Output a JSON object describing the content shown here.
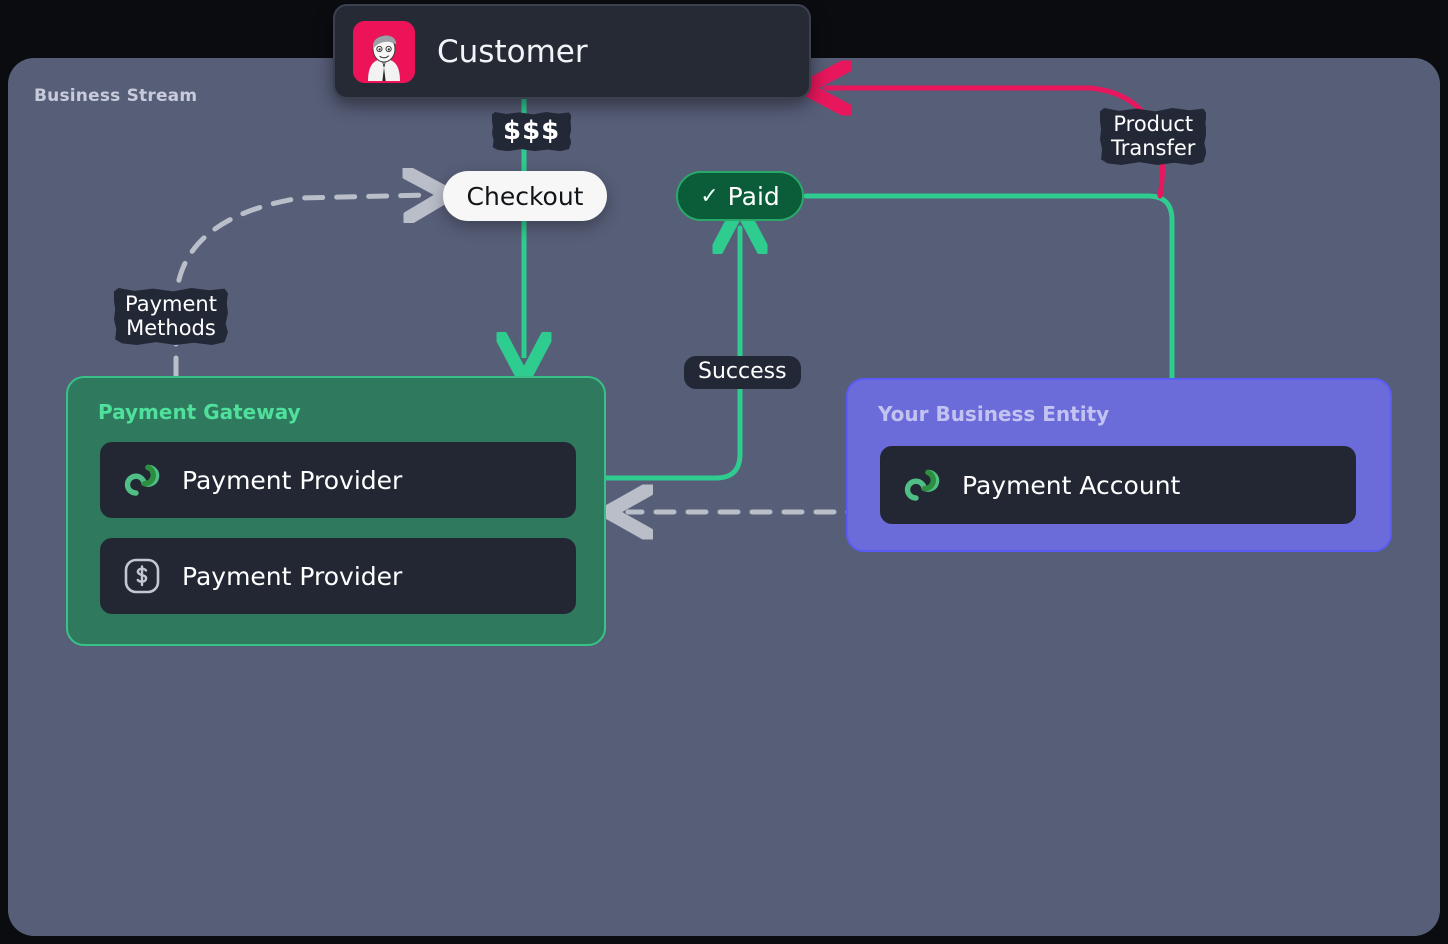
{
  "canvas": {
    "background": "#0a0c10"
  },
  "panel": {
    "title": "Business Stream",
    "background": "#575e78"
  },
  "nodes": {
    "customer": {
      "label": "Customer",
      "avatar_icon": "customer-avatar-icon",
      "avatar_color": "#ed1358",
      "background": "#252a35"
    },
    "checkout": {
      "label": "Checkout",
      "background": "#f7f7f7",
      "text_color": "#111418"
    },
    "paid": {
      "label": "Paid",
      "check_glyph": "✓",
      "background": "#0a5d38",
      "border_color": "#2aa86a"
    }
  },
  "groups": [
    {
      "title": "Payment Gateway",
      "background": "#2f7a5f",
      "border_color": "#39c287",
      "title_color": "#4fe09b",
      "items": [
        {
          "label": "Payment Provider",
          "icon": "mollie-infinity-icon"
        },
        {
          "label": "Payment Provider",
          "icon": "dollar-square-icon"
        }
      ]
    },
    {
      "title": "Your Business Entity",
      "background": "#6b6bda",
      "border_color": "#5b5bf5",
      "title_color": "#c3c3f2",
      "items": [
        {
          "label": "Payment Account",
          "icon": "mollie-infinity-icon"
        }
      ]
    }
  ],
  "edge_labels": {
    "money": "$$$",
    "payment_methods": "Payment\nMethods",
    "product_transfer": "Product\nTransfer",
    "success": "Success"
  },
  "edge_colors": {
    "money_flow": "#2ecc8f",
    "product_transfer": "#e8175d",
    "dashed": "#b9bec9"
  }
}
